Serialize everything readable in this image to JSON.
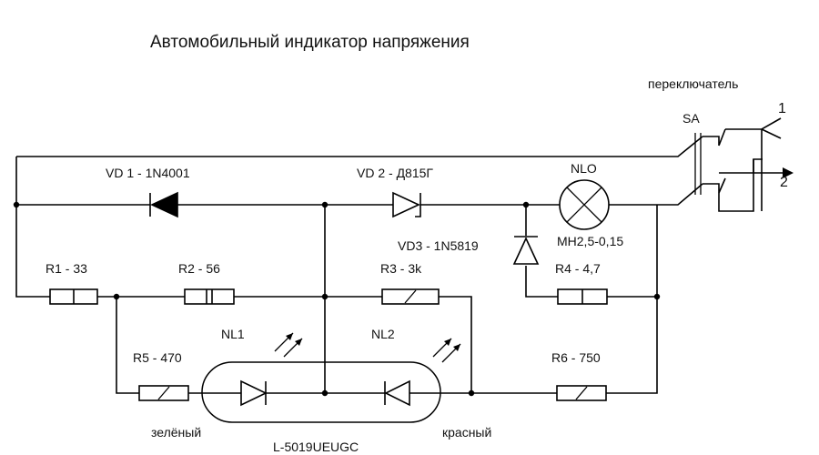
{
  "title": "Автомобильный индикатор напряжения",
  "switch": {
    "caption": "переключатель",
    "ref": "SA",
    "pos1": "1",
    "pos2": "2"
  },
  "diodes": {
    "vd1": "VD 1 - 1N4001",
    "vd2": "VD 2 - Д815Г",
    "vd3": "VD3 - 1N5819"
  },
  "lamp": {
    "ref": "NLO",
    "type": "МН2,5-0,15"
  },
  "resistors": {
    "r1": "R1 - 33",
    "r2": "R2 - 56",
    "r3": "R3 - 3k",
    "r4": "R4 - 4,7",
    "r5": "R5 - 470",
    "r6": "R6 - 750"
  },
  "leds": {
    "nl1": "NL1",
    "nl2": "NL2",
    "package": "L-5019UEUGC",
    "green": "зелёный",
    "red": "красный"
  }
}
